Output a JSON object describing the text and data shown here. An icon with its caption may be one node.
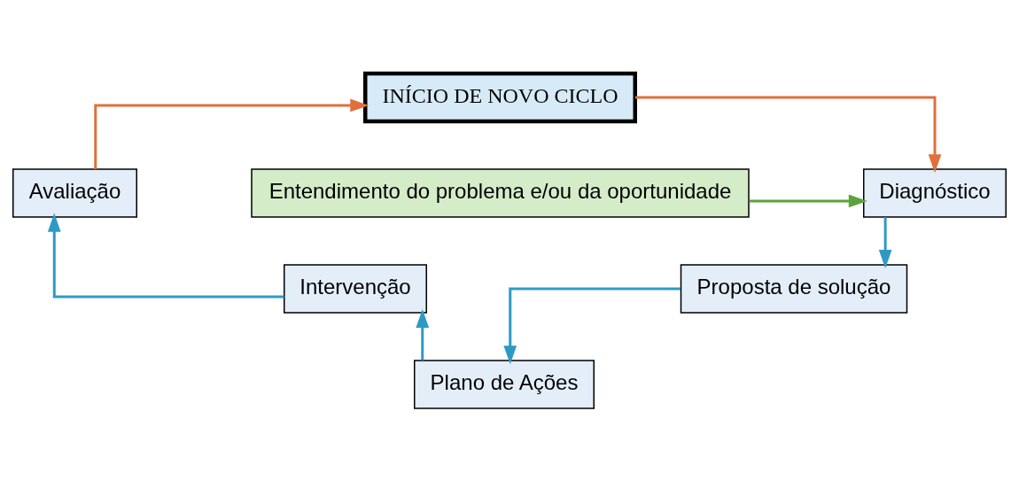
{
  "diagram": {
    "nodes": [
      {
        "text": [
          "INÍCIO DE NOVO CICLO"
        ]
      },
      {
        "text": [
          "Entendimento do problema e/ou da oportunidade"
        ]
      },
      {
        "text": [
          "Avaliação"
        ]
      },
      {
        "text": [
          "Diagnóstico"
        ]
      },
      {
        "text": [
          "Intervenção"
        ]
      },
      {
        "text": [
          "Proposta de solução"
        ]
      },
      {
        "text": [
          "Plano de Ações"
        ]
      }
    ],
    "edges": [
      {
        "from": 2,
        "to": 0,
        "arrow": "to",
        "color": "#e0703c"
      },
      {
        "from": 0,
        "to": 3,
        "arrow": "to",
        "color": "#e0703c"
      },
      {
        "from": 1,
        "to": 3,
        "arrow": "to",
        "color": "#5ba33b"
      },
      {
        "from": 3,
        "to": 5,
        "arrow": "to"
      },
      {
        "from": 5,
        "to": 6,
        "arrow": "to"
      },
      {
        "from": 6,
        "to": 4,
        "arrow": "to"
      },
      {
        "from": 4,
        "to": 2,
        "arrow": "to"
      }
    ]
  }
}
